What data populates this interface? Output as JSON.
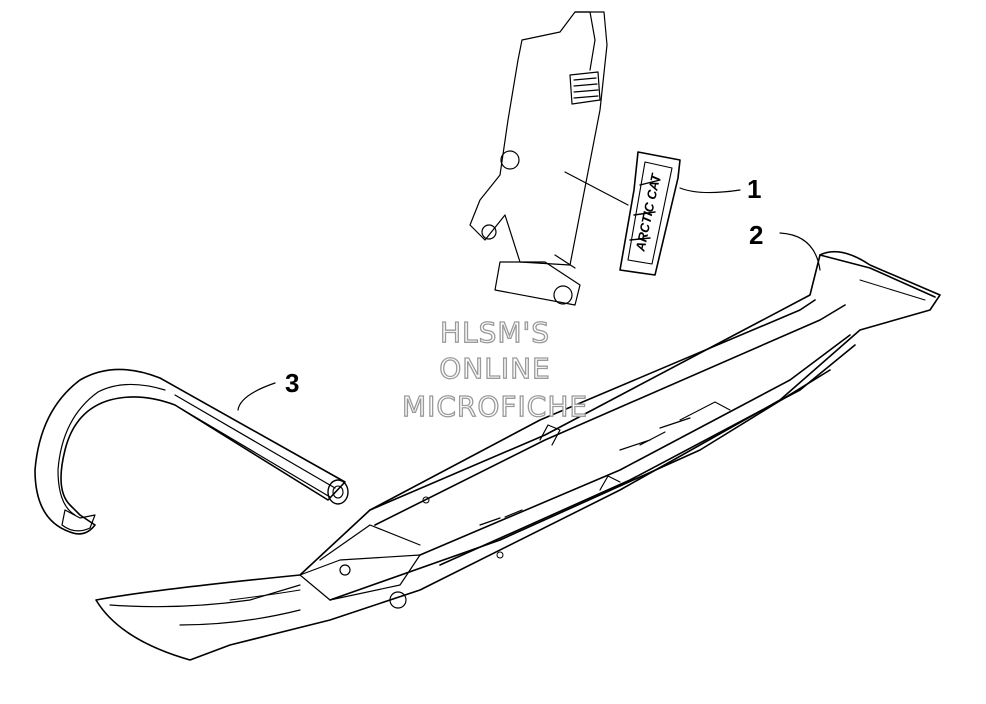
{
  "callouts": {
    "part1": "1",
    "part2": "2",
    "part3": "3"
  },
  "decal": {
    "text": "ARCTIC CAT"
  },
  "watermark": {
    "line1": "HLSM'S",
    "line2": "ONLINE",
    "line3": "MICROFICHE"
  },
  "colors": {
    "line": "#000000",
    "background": "#ffffff",
    "watermark_outline": "#9a9a9a"
  }
}
